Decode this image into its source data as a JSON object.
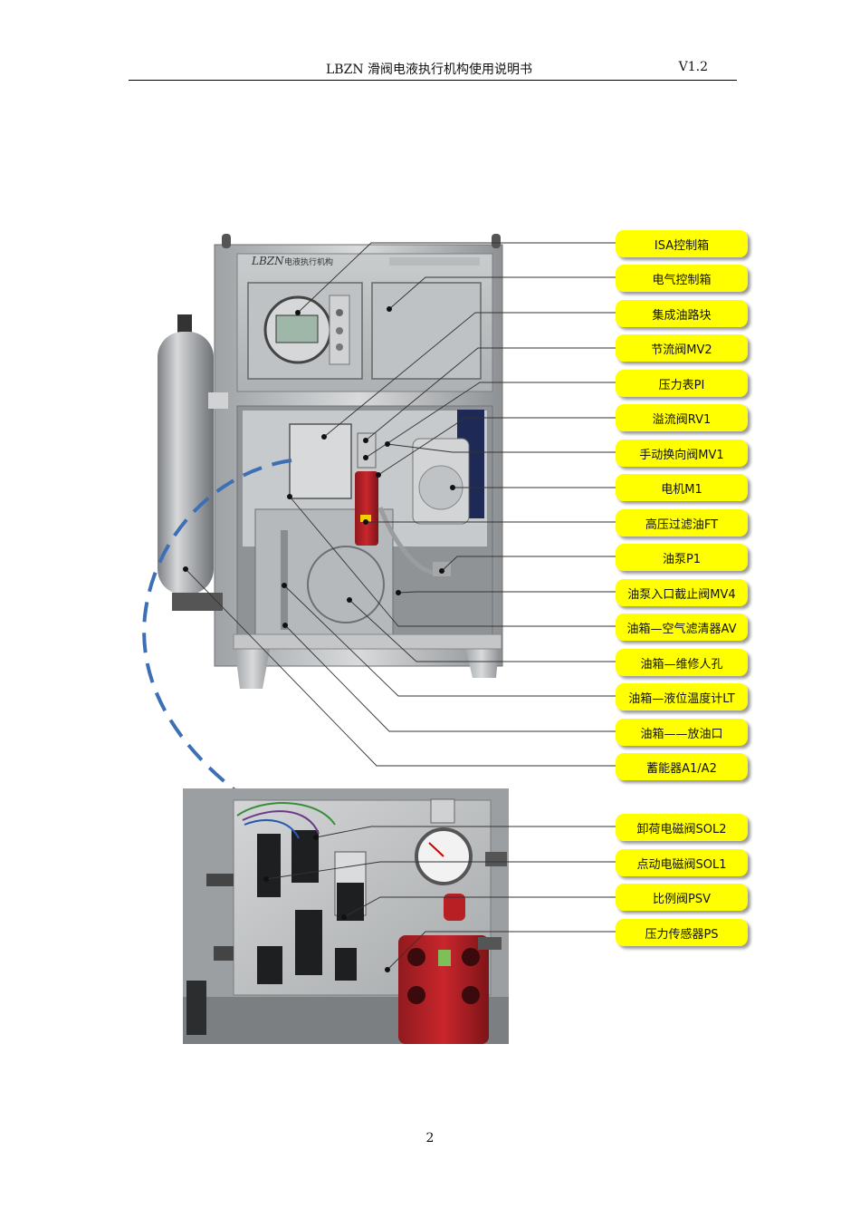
{
  "header": {
    "title": "LBZN 滑阀电液执行机构使用说明书",
    "version": "V1.2"
  },
  "photo_top": {
    "brand_plate": "LBZN",
    "brand_subtitle": "电液执行机构"
  },
  "labels_top": [
    "ISA控制箱",
    "电气控制箱",
    "集成油路块",
    "节流阀MV2",
    "压力表PI",
    "溢流阀RV1",
    "手动换向阀MV1",
    "电机M1",
    "高压过滤油FT",
    "油泵P1",
    "油泵入口截止阀MV4",
    "油箱—空气滤清器AV",
    "油箱—维修人孔",
    "油箱—液位温度计LT",
    "油箱——放油口",
    "蓄能器A1/A2"
  ],
  "labels_bottom": [
    "卸荷电磁阀SOL2",
    "点动电磁阀SOL1",
    "比例阀PSV",
    "压力传感器PS"
  ],
  "page_number": "2",
  "colors": {
    "label_fill": "#ffff00",
    "dashed_arrow": "#3d6fb5"
  }
}
